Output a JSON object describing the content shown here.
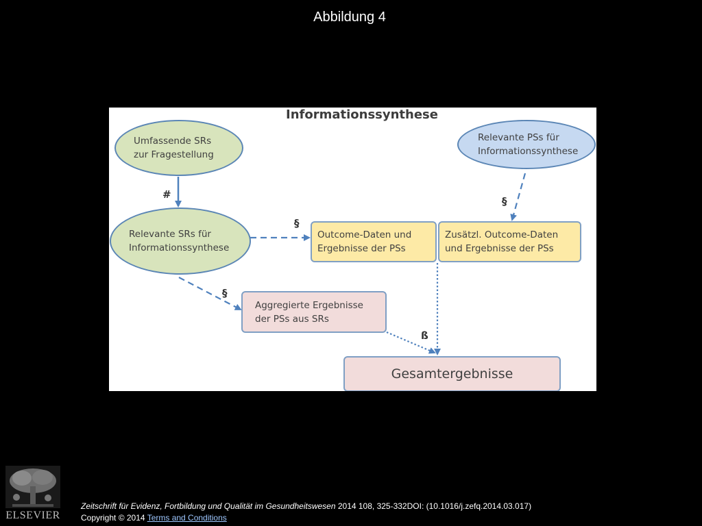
{
  "slide": {
    "title": "Abbildung 4"
  },
  "figure": {
    "title": "Informationssynthese",
    "nodes": {
      "umfassende": "Umfassende SRs\nzur Fragestellung",
      "relevante_prs": "Relevante PSs für\nInformationssynthese",
      "relevante_srs": "Relevante SRs für\nInformationssynthese",
      "outcome": "Outcome-Daten und\nErgebnisse der PSs",
      "zusaetzl": "Zusätzl. Outcome-Daten\nund Ergebnisse der PSs",
      "aggregiert": "Aggregierte Ergebnisse\nder PSs aus SRs",
      "gesamt": "Gesamtergebnisse"
    },
    "edge_labels": {
      "hash": "#",
      "para_right": "§",
      "para_top": "§",
      "para_diag": "§",
      "eszett": "ß"
    },
    "colors": {
      "ellipse_green": "#d8e4bc",
      "ellipse_blue": "#c6d9f1",
      "box_yellow": "#fdeaa6",
      "box_pink": "#f2dcdb",
      "border": "#5b86b5",
      "arrow": "#4f81bd"
    }
  },
  "footer": {
    "journal": "Zeitschrift für Evidenz, Fortbildung und Qualität im Gesundheitswesen",
    "citation_rest": " 2014 108, 325-332DOI: (10.1016/j.zefq.2014.03.017)",
    "copyright": "Copyright © 2014 ",
    "terms_link": " Terms and Conditions",
    "logo_text": "ELSEVIER"
  }
}
